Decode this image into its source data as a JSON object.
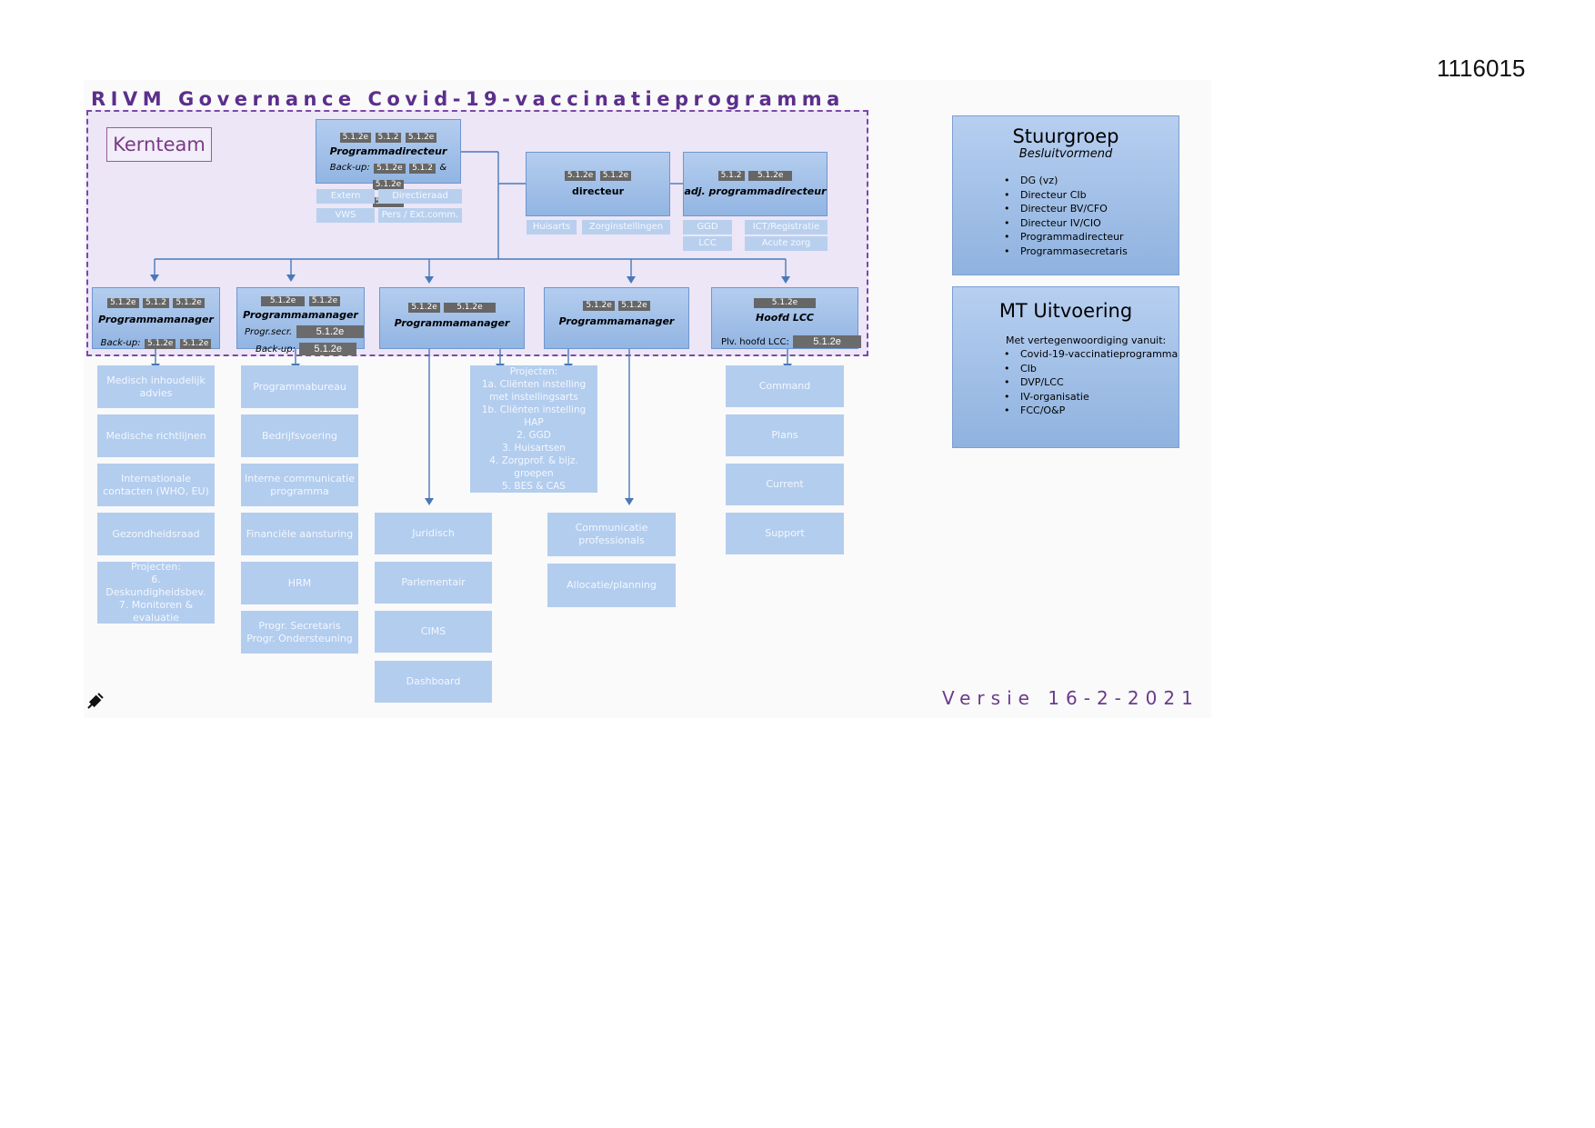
{
  "document_number": "1116015",
  "title": "RIVM Governance Covid-19-vaccinatieprogramma",
  "kernteam_label": "Kernteam",
  "redacted": "5.1.2e",
  "redacted_short": "5.1.2",
  "programmadirecteur": {
    "role": "Programmadirecteur",
    "backup_label": "Back-up:",
    "amp": "&",
    "chips": [
      "Extern",
      "Directieraad",
      "VWS",
      "Pers / Ext.comm."
    ]
  },
  "directeur": {
    "role": "directeur",
    "chips": [
      "Huisarts",
      "Zorginstellingen"
    ]
  },
  "adj_directeur": {
    "role": "adj. programmadirecteur",
    "chips": [
      "GGD",
      "ICT/Registratie",
      "LCC",
      "Acute zorg"
    ]
  },
  "managers": [
    {
      "role": "Programmamanager",
      "backup_label": "Back-up:"
    },
    {
      "role": "Programmamanager",
      "secr_label": "Progr.secr.",
      "backup_label": "Back-up:"
    },
    {
      "role": "Programmamanager"
    },
    {
      "role": "Programmamanager"
    },
    {
      "role": "Hoofd LCC",
      "plv_label": "Plv. hoofd LCC:"
    }
  ],
  "columns": {
    "col1": [
      "Medisch inhoudelijk\nadvies",
      "Medische richtlijnen",
      "Internationale\ncontacten (WHO, EU)",
      "Gezondheidsraad",
      "Projecten:\n6. Deskundigheidsbev.\n7. Monitoren &\nevaluatie"
    ],
    "col2": [
      "Programmabureau",
      "Bedrijfsvoering",
      "Interne communicatie\nprogramma",
      "Financiële aansturing",
      "HRM",
      "Progr. Secretaris\nProgr. Ondersteuning"
    ],
    "col3": [
      "Juridisch",
      "Parlementair",
      "CIMS",
      "Dashboard"
    ],
    "col4_projects": "Projecten:\n1a. Cliënten instelling\nmet instellingsarts\n1b. Cliënten instelling\nHAP\n2. GGD\n3. Huisartsen\n4. Zorgprof. & bijz.\ngroepen\n5. BES & CAS",
    "col5": [
      "Communicatie\nprofessionals",
      "Allocatie/planning"
    ],
    "col6": [
      "Command",
      "Plans",
      "Current",
      "Support"
    ]
  },
  "stuurgroep": {
    "title": "Stuurgroep",
    "subtitle": "Besluitvormend",
    "items": [
      "DG (vz)",
      "Directeur CIb",
      "Directeur BV/CFO",
      "Directeur IV/CIO",
      "Programmadirecteur",
      "Programmasecretaris"
    ]
  },
  "mt_uitvoering": {
    "title": "MT Uitvoering",
    "intro": "Met vertegenwoordiging vanuit:",
    "items": [
      "Covid-19-vaccinatieprogramma",
      "CIb",
      "DVP/LCC",
      "IV-organisatie",
      "FCC/O&P"
    ]
  },
  "versie": "Versie 16-2-2021",
  "colors": {
    "title": "#5b2f8c",
    "box": "#a7c3e6",
    "line": "#4a78b8",
    "redaction": "#666666"
  }
}
